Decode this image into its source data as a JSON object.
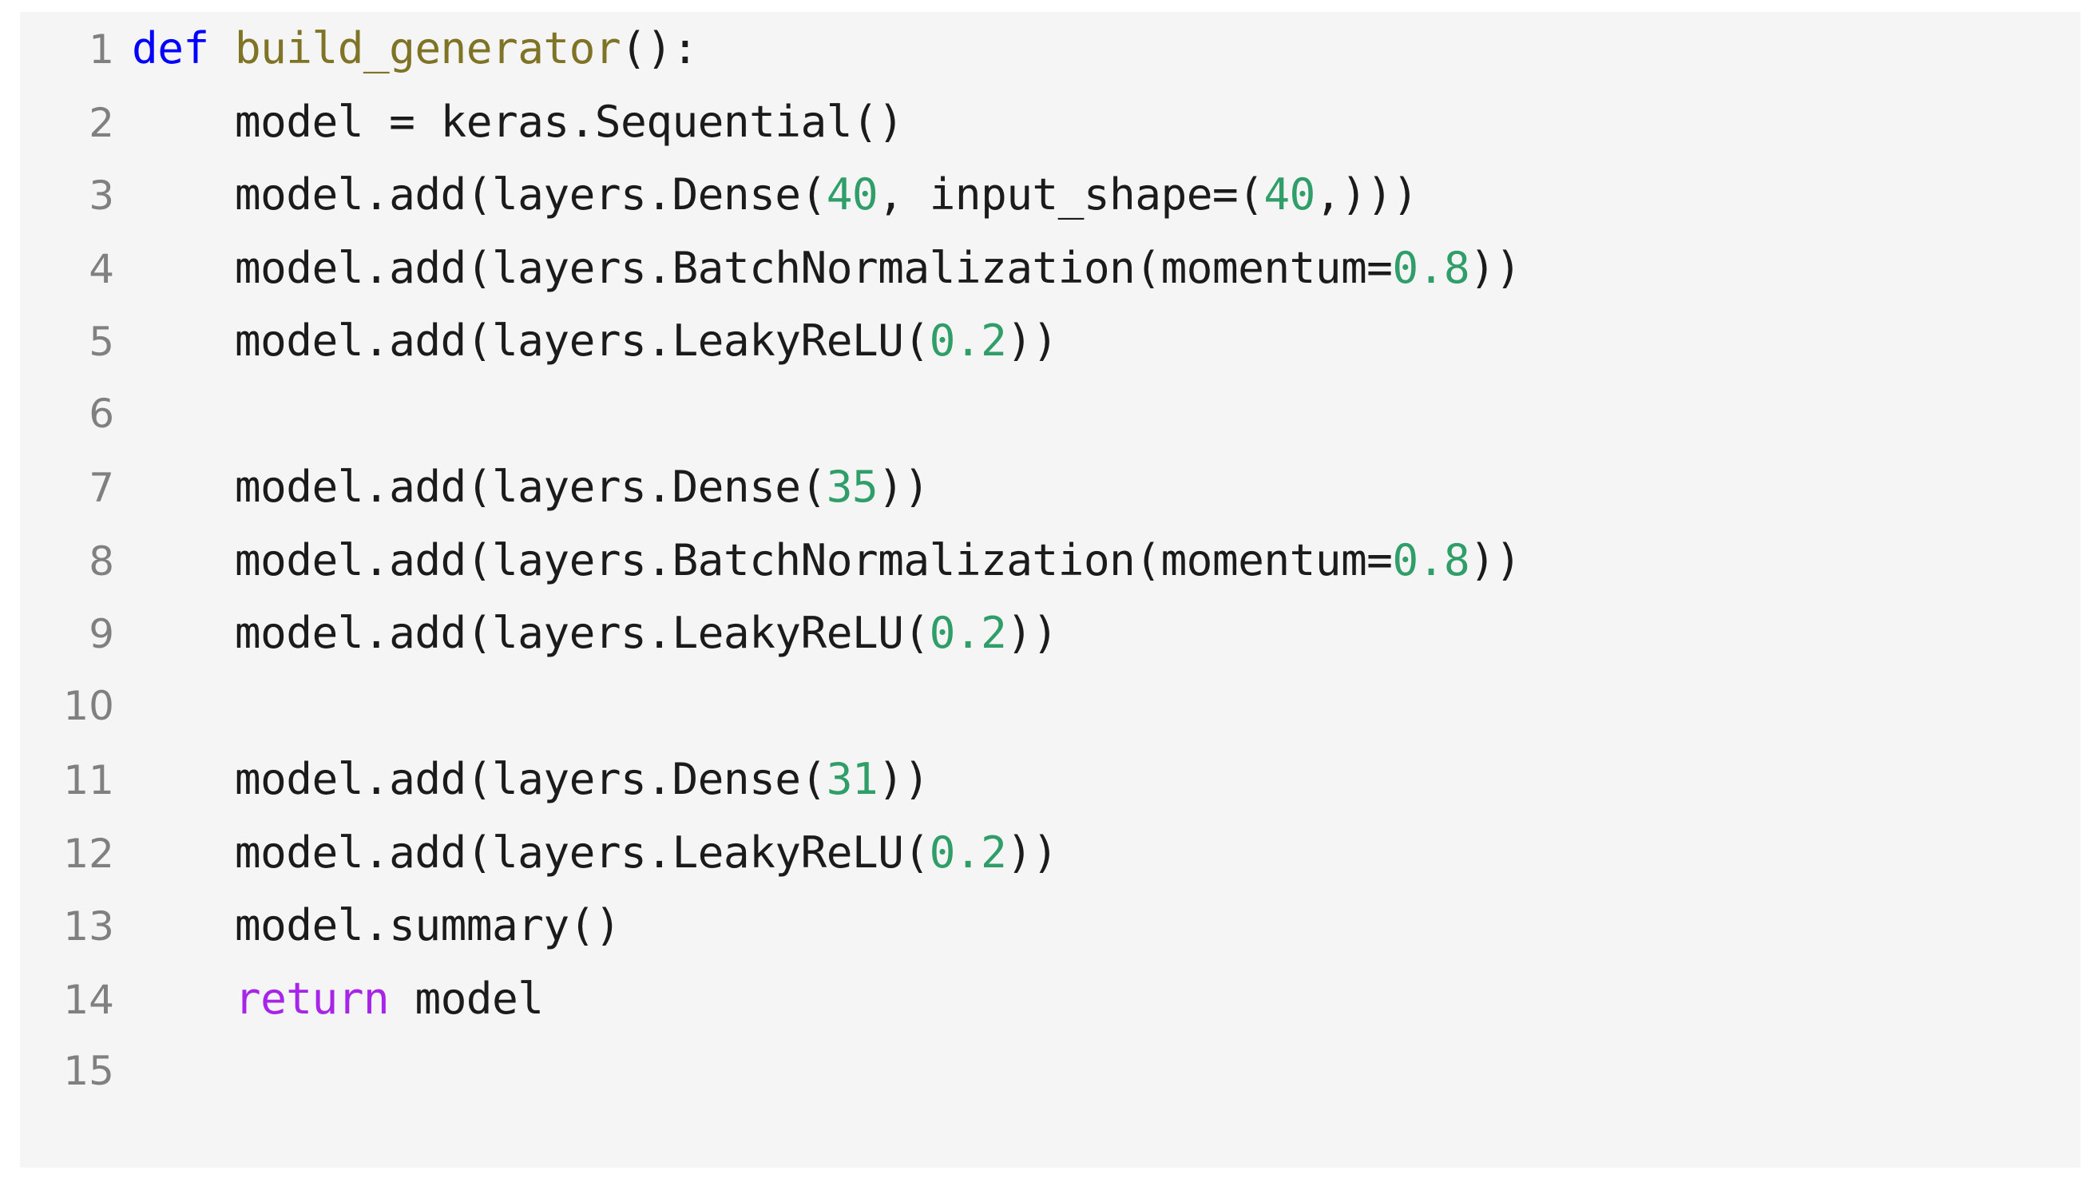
{
  "editor": {
    "language": "python",
    "background_color": "#f5f5f5",
    "page_background_color": "#ffffff",
    "line_number_color": "#808080",
    "default_text_color": "#1b1b1b",
    "total_lines": 15,
    "syntax_colors": {
      "keyword": "#0000ff",
      "keyword_return": "#a625e8",
      "function_name": "#7f7326",
      "number": "#2f9e68",
      "plain": "#1b1b1b"
    },
    "lines": [
      {
        "number": "1",
        "tokens": [
          {
            "text": "def ",
            "type": "kw"
          },
          {
            "text": "build_generator",
            "type": "fnname"
          },
          {
            "text": "():",
            "type": "plain"
          }
        ]
      },
      {
        "number": "2",
        "tokens": [
          {
            "text": "    model = keras.Sequential()",
            "type": "plain"
          }
        ]
      },
      {
        "number": "3",
        "tokens": [
          {
            "text": "    model.add(layers.Dense(",
            "type": "plain"
          },
          {
            "text": "40",
            "type": "num"
          },
          {
            "text": ", input_shape=(",
            "type": "plain"
          },
          {
            "text": "40",
            "type": "num"
          },
          {
            "text": ",)))",
            "type": "plain"
          }
        ]
      },
      {
        "number": "4",
        "tokens": [
          {
            "text": "    model.add(layers.BatchNormalization(momentum=",
            "type": "plain"
          },
          {
            "text": "0.8",
            "type": "num"
          },
          {
            "text": "))",
            "type": "plain"
          }
        ]
      },
      {
        "number": "5",
        "tokens": [
          {
            "text": "    model.add(layers.LeakyReLU(",
            "type": "plain"
          },
          {
            "text": "0.2",
            "type": "num"
          },
          {
            "text": "))",
            "type": "plain"
          }
        ]
      },
      {
        "number": "6",
        "tokens": [
          {
            "text": "",
            "type": "plain"
          }
        ]
      },
      {
        "number": "7",
        "tokens": [
          {
            "text": "    model.add(layers.Dense(",
            "type": "plain"
          },
          {
            "text": "35",
            "type": "num"
          },
          {
            "text": "))",
            "type": "plain"
          }
        ]
      },
      {
        "number": "8",
        "tokens": [
          {
            "text": "    model.add(layers.BatchNormalization(momentum=",
            "type": "plain"
          },
          {
            "text": "0.8",
            "type": "num"
          },
          {
            "text": "))",
            "type": "plain"
          }
        ]
      },
      {
        "number": "9",
        "tokens": [
          {
            "text": "    model.add(layers.LeakyReLU(",
            "type": "plain"
          },
          {
            "text": "0.2",
            "type": "num"
          },
          {
            "text": "))",
            "type": "plain"
          }
        ]
      },
      {
        "number": "10",
        "tokens": [
          {
            "text": "",
            "type": "plain"
          }
        ]
      },
      {
        "number": "11",
        "tokens": [
          {
            "text": "    model.add(layers.Dense(",
            "type": "plain"
          },
          {
            "text": "31",
            "type": "num"
          },
          {
            "text": "))",
            "type": "plain"
          }
        ]
      },
      {
        "number": "12",
        "tokens": [
          {
            "text": "    model.add(layers.LeakyReLU(",
            "type": "plain"
          },
          {
            "text": "0.2",
            "type": "num"
          },
          {
            "text": "))",
            "type": "plain"
          }
        ]
      },
      {
        "number": "13",
        "tokens": [
          {
            "text": "    model.summary()",
            "type": "plain"
          }
        ]
      },
      {
        "number": "14",
        "tokens": [
          {
            "text": "    ",
            "type": "plain"
          },
          {
            "text": "return",
            "type": "ret"
          },
          {
            "text": " model",
            "type": "plain"
          }
        ]
      },
      {
        "number": "15",
        "tokens": [
          {
            "text": "",
            "type": "plain"
          }
        ]
      }
    ]
  }
}
